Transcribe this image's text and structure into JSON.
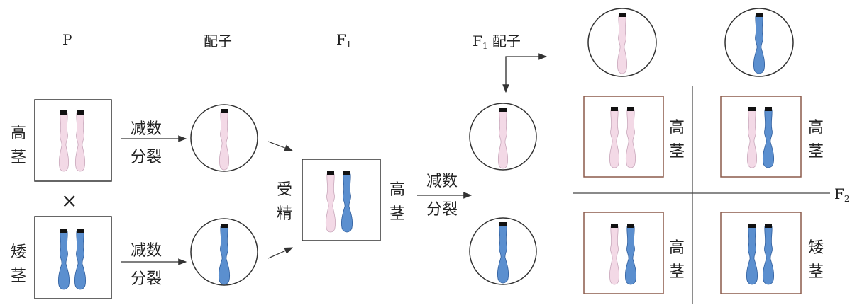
{
  "headers": {
    "p": "P",
    "gamete": "配子",
    "f1": "F",
    "f1_sub": "1",
    "f1_gamete": "F",
    "f1_gamete_sub": "1",
    "f1_gamete_word": "配子",
    "f2": "F",
    "f2_sub": "2"
  },
  "labels": {
    "tall_parent": [
      "高",
      "茎"
    ],
    "dwarf_parent": [
      "矮",
      "茎"
    ],
    "cross": "×",
    "meiosis_top": "减数",
    "division_top": "分裂",
    "meiosis_bottom": "减数",
    "division_bottom": "分裂",
    "fertilization": [
      "受",
      "精"
    ],
    "f1_tall": [
      "高",
      "茎"
    ],
    "meiosis_f1": "减数",
    "division_f1": "分裂",
    "f2_tl": [
      "高",
      "茎"
    ],
    "f2_tr": [
      "高",
      "茎"
    ],
    "f2_bl": [
      "高",
      "茎"
    ],
    "f2_br": [
      "矮",
      "茎"
    ]
  },
  "colors": {
    "tall_chromosome": "#f3d9e6",
    "tall_outline": "#c9a7bb",
    "dwarf_chromosome": "#5b8fcf",
    "dwarf_outline": "#2f5e9e",
    "centromere_cap": "#111111",
    "box_border": "#333333",
    "f2_box_border": "#8b5a4a"
  }
}
